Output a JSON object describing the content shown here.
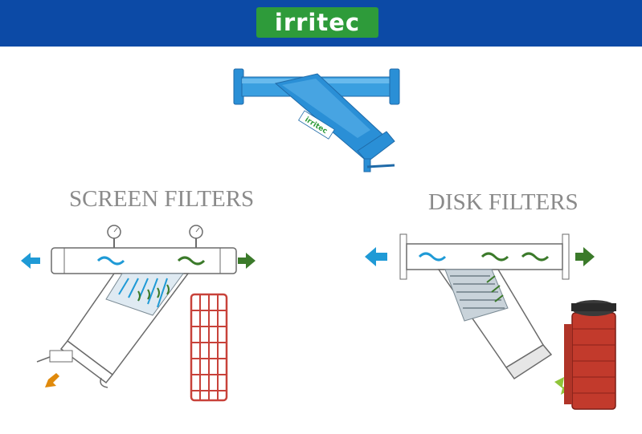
{
  "header": {
    "logo_text": "irritec",
    "bar_color": "#0c4aa6",
    "logo_color": "#2e9b3a"
  },
  "product": {
    "label_text": "irritec",
    "body_color": "#2a8fd6"
  },
  "screen_filters": {
    "title": "SCREEN FILTERS",
    "outlet_arrow_color": "#1f9ad6",
    "inlet_arrow_color": "#3b7a2a",
    "drain_arrow_color": "#e08a0c",
    "cartridge_color": "#c8423a"
  },
  "disk_filters": {
    "title": "DISK FILTERS",
    "outlet_arrow_color": "#1f9ad6",
    "inlet_arrow_color": "#3b7a2a",
    "drain_arrow_color": "#8fc43a",
    "cartridge_color": "#c23a2c"
  }
}
